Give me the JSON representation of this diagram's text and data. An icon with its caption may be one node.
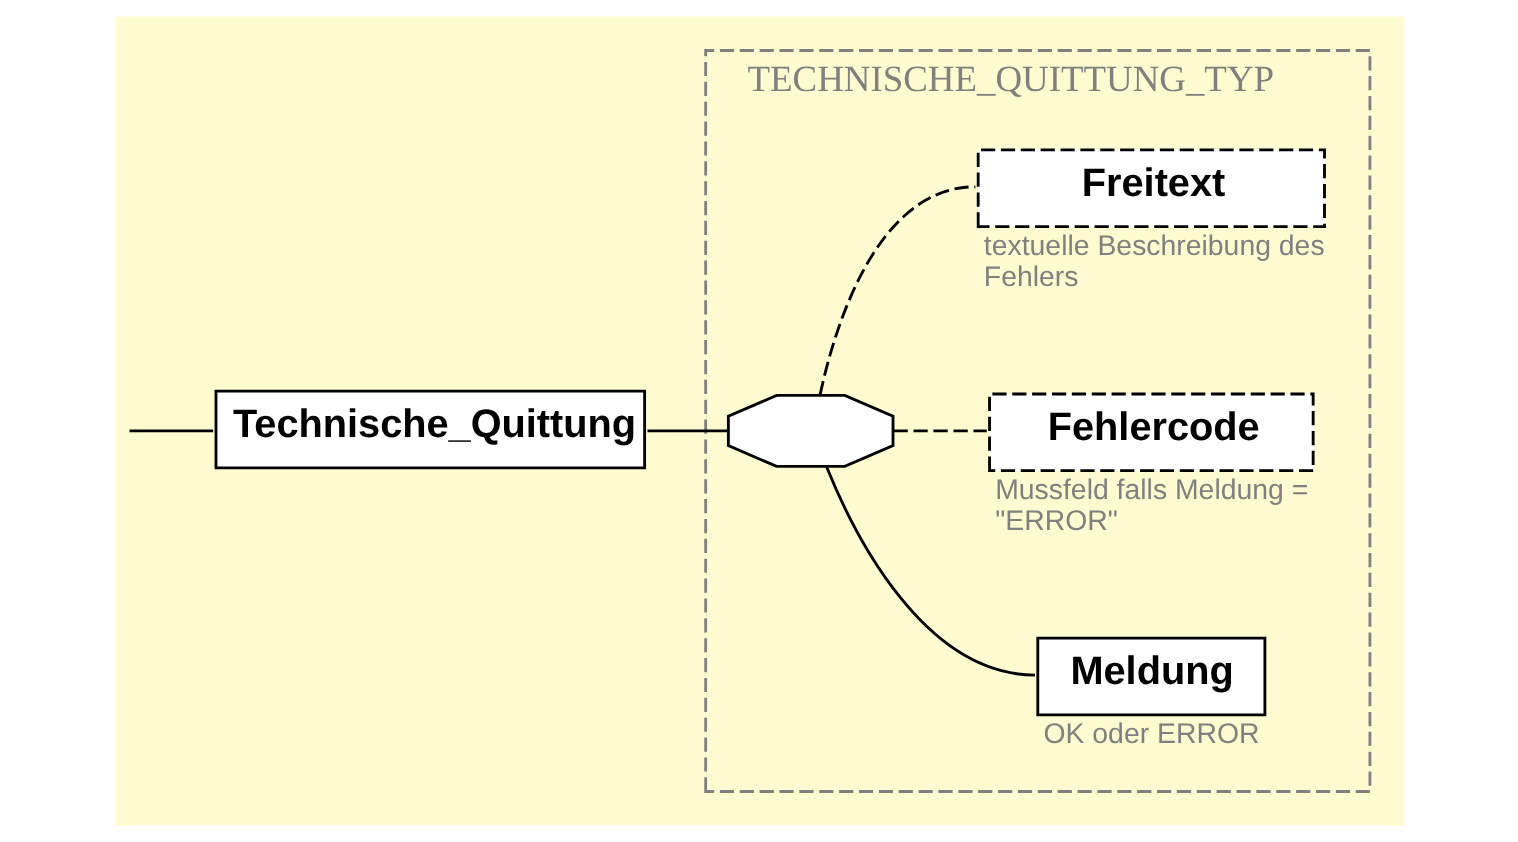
{
  "diagram": {
    "nodes": [
      {
        "text": [
          "Technische_Quittung"
        ]
      },
      {
        "text": [
          "TECHNISCHE_QUITTUNG_TYP"
        ]
      },
      {
        "text": [],
        "shape": "octagon",
        "in": 1
      },
      {
        "text": [
          "Meldung"
        ],
        "beside": [
          "OK oder ERROR"
        ],
        "in": 1
      },
      {
        "text": [
          "Fehlercode"
        ],
        "beside": [
          "Mussfeld falls Meldung = \"ERROR\""
        ],
        "in": 1
      },
      {
        "text": [
          "Freitext"
        ],
        "beside": [
          "textuelle Beschreibung des Fehlers"
        ],
        "in": 1
      }
    ],
    "edges": [
      {
        "from": null,
        "to": 0,
        "arrow": "none"
      },
      {
        "from": 0,
        "to": 2,
        "arrow": "none"
      },
      {
        "from": 2,
        "to": 3,
        "arrow": "none"
      },
      {
        "from": 2,
        "to": 4,
        "arrow": "none",
        "style": "dashed"
      },
      {
        "from": 2,
        "to": 5,
        "arrow": "none",
        "style": "dashed"
      }
    ]
  }
}
